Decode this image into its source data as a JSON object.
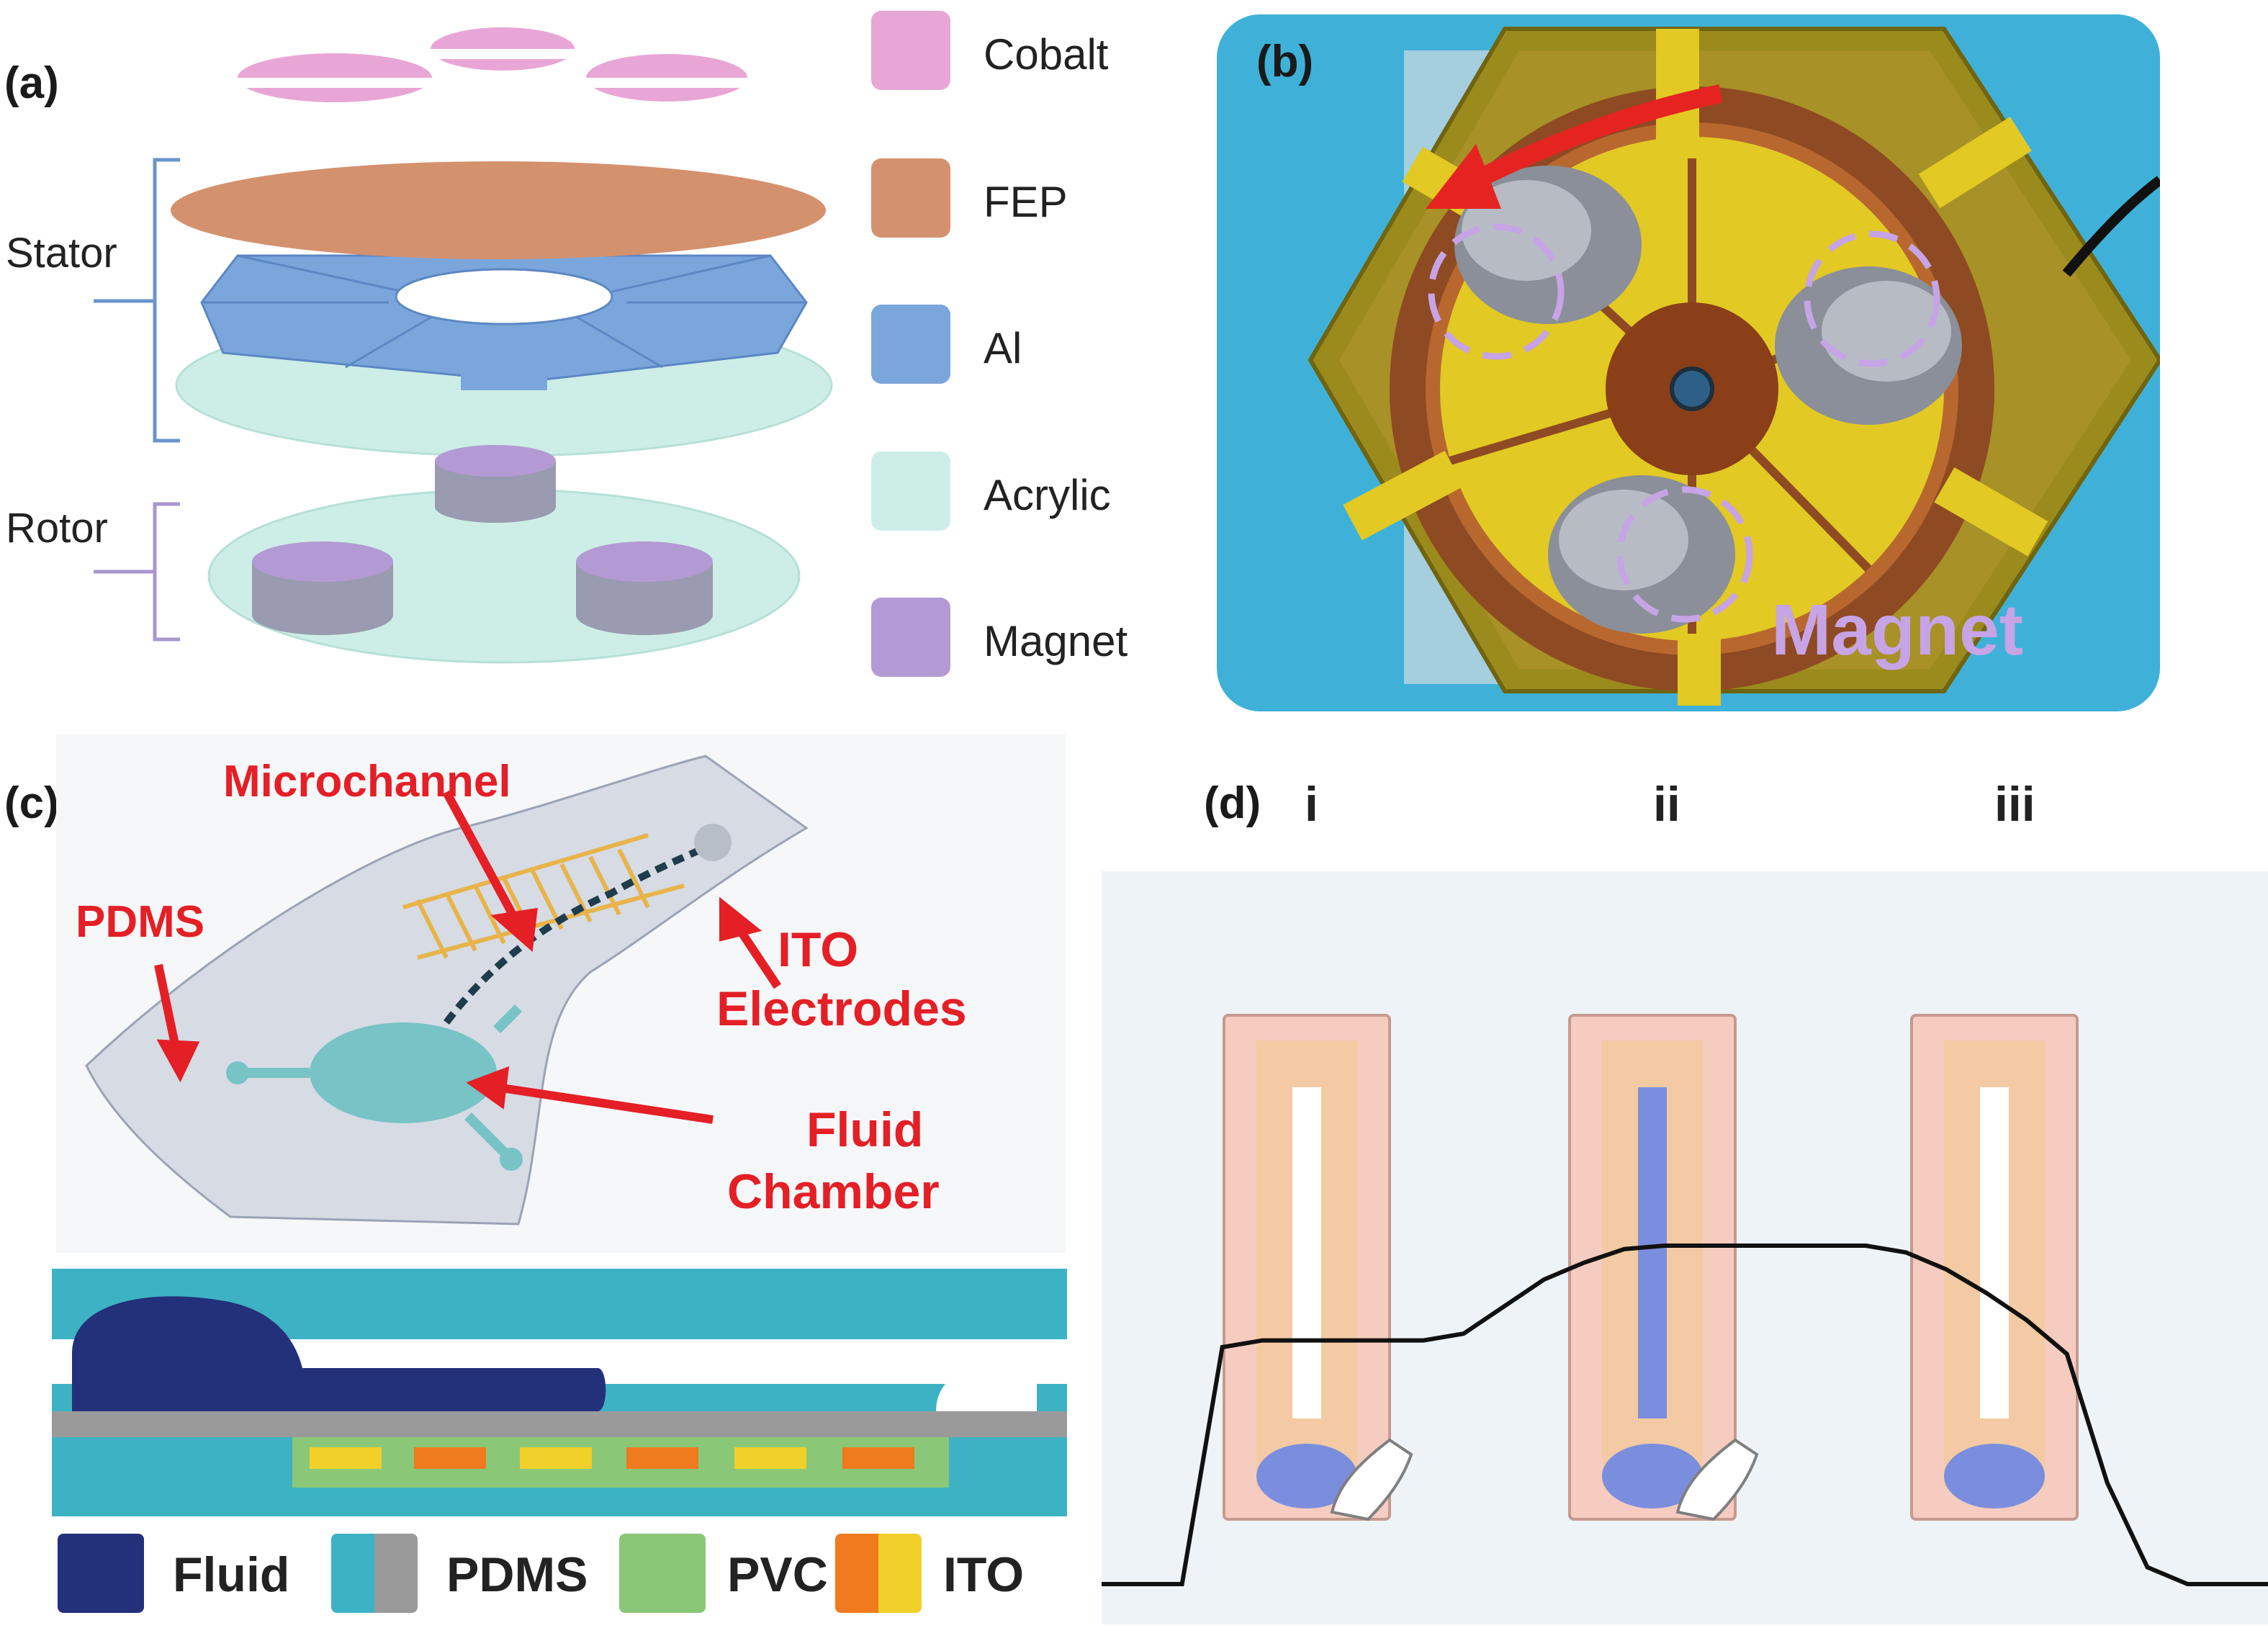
{
  "panel_a": {
    "label": "(a)",
    "stator_label": "Stator",
    "rotor_label": "Rotor",
    "legend": [
      {
        "name": "Cobalt",
        "color": "#e8a6d6"
      },
      {
        "name": "FEP",
        "color": "#d4916e"
      },
      {
        "name": "Al",
        "color": "#7aa6dc"
      },
      {
        "name": "Acrylic",
        "color": "#cdeee6"
      },
      {
        "name": "Magnet",
        "color": "#b39ad4"
      }
    ]
  },
  "panel_b": {
    "label": "(b)",
    "caption": "Magnet"
  },
  "panel_c": {
    "label": "(c)",
    "callouts": {
      "microchannel": "Microchannel",
      "pdms": "PDMS",
      "ito_line1": "ITO",
      "ito_line2": "Electrodes",
      "fluid_line1": "Fluid",
      "fluid_line2": "Chamber"
    },
    "legend": [
      {
        "name": "Fluid",
        "colors": [
          "#23307a"
        ]
      },
      {
        "name": "PDMS",
        "colors": [
          "#3db2c4",
          "#9a9a9a"
        ]
      },
      {
        "name": "PVC",
        "colors": [
          "#8ac777"
        ]
      },
      {
        "name": "ITO",
        "colors": [
          "#f07a1e",
          "#f2d02a"
        ]
      }
    ],
    "callout_color": "#e41f26"
  },
  "panel_d": {
    "label": "(d)",
    "stages": [
      "i",
      "ii",
      "iii"
    ],
    "signal": [
      0.0,
      0.0,
      0.0,
      0.7,
      0.72,
      0.72,
      0.72,
      0.72,
      0.72,
      0.74,
      0.82,
      0.9,
      0.95,
      0.99,
      1.0,
      1.0,
      1.0,
      1.0,
      1.0,
      1.0,
      0.98,
      0.93,
      0.86,
      0.78,
      0.68,
      0.3,
      0.05,
      0.0,
      0.0,
      0.0
    ],
    "fill_levels": [
      0.0,
      1.0,
      0.0
    ]
  }
}
